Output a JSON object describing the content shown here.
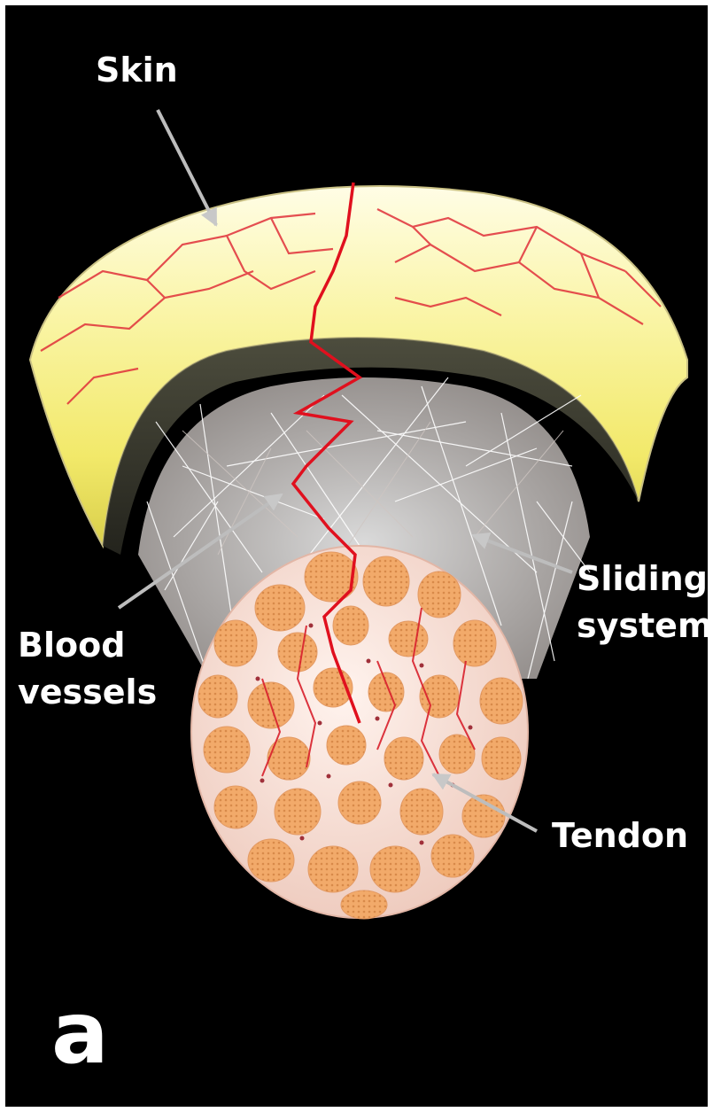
{
  "labels": {
    "skin": "Skin",
    "blood_vessels_line1": "Blood",
    "blood_vessels_line2": "vessels",
    "sliding_system_line1": "Sliding",
    "sliding_system_line2": "system",
    "tendon": "Tendon"
  },
  "panel_letter": "a",
  "colors": {
    "background": "#000000",
    "skin": "#f6f08a",
    "skin_highlight": "#fffde0",
    "vessel": "#e0202a",
    "sliding_fibers": "#ffffff",
    "tendon_sheath": "#f3d3c7",
    "tendon_fascicle": "#f0a868",
    "arrow": "#b8b8b8"
  }
}
